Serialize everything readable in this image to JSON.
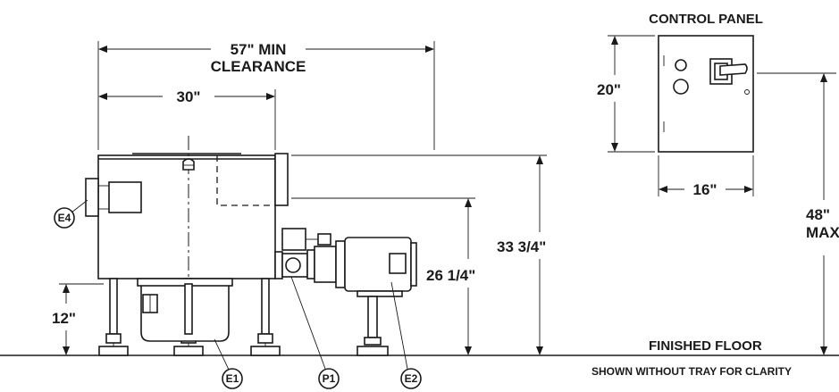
{
  "panel": {
    "title": "CONTROL PANEL",
    "height_dim": "20\"",
    "width_dim": "16\"",
    "mount_height_dim": "48\"",
    "mount_height_suffix": "MAX"
  },
  "dimensions": {
    "clearance_line1": "57\" MIN",
    "clearance_line2": "CLEARANCE",
    "tank_width": "30\"",
    "overall_height": "33 3/4\"",
    "motor_height": "26 1/4\"",
    "leg_height": "12\""
  },
  "floor": {
    "label": "FINISHED FLOOR",
    "note": "SHOWN WITHOUT TRAY FOR CLARITY"
  },
  "callouts": {
    "e4": "E4",
    "e1": "E1",
    "p1": "P1",
    "e2": "E2"
  }
}
